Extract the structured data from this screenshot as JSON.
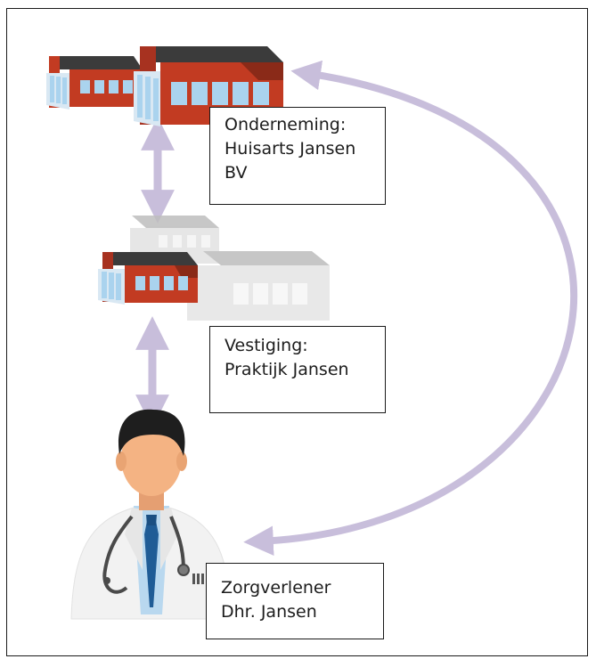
{
  "diagram": {
    "nodes": {
      "onderneming": {
        "lines": [
          "Onderneming:",
          "Huisarts Jansen",
          "BV"
        ],
        "icon": "company-buildings-icon"
      },
      "vestiging": {
        "lines": [
          "Vestiging:",
          "Praktijk Jansen"
        ],
        "icon": "branch-building-icon"
      },
      "zorgverlener": {
        "lines": [
          "Zorgverlener",
          "Dhr. Jansen"
        ],
        "icon": "doctor-icon"
      }
    },
    "edges": [
      {
        "from": "onderneming",
        "to": "vestiging",
        "style": "bidirectional"
      },
      {
        "from": "vestiging",
        "to": "zorgverlener",
        "style": "bidirectional"
      },
      {
        "from": "zorgverlener",
        "to": "onderneming",
        "style": "bidirectional-curved"
      }
    ]
  },
  "colors": {
    "arrow": "#c8bedb",
    "building_roof": "#3b3b3b",
    "building_wall": "#c23b22",
    "building_accent": "#8a2a18",
    "window": "#aad3ee",
    "ghost_building": "#cfcfcf",
    "tie": "#1f5c96",
    "shirt": "#b9d8ef",
    "skin": "#f4b383",
    "hair": "#1e1e1e",
    "coat": "#f4f4f4"
  }
}
